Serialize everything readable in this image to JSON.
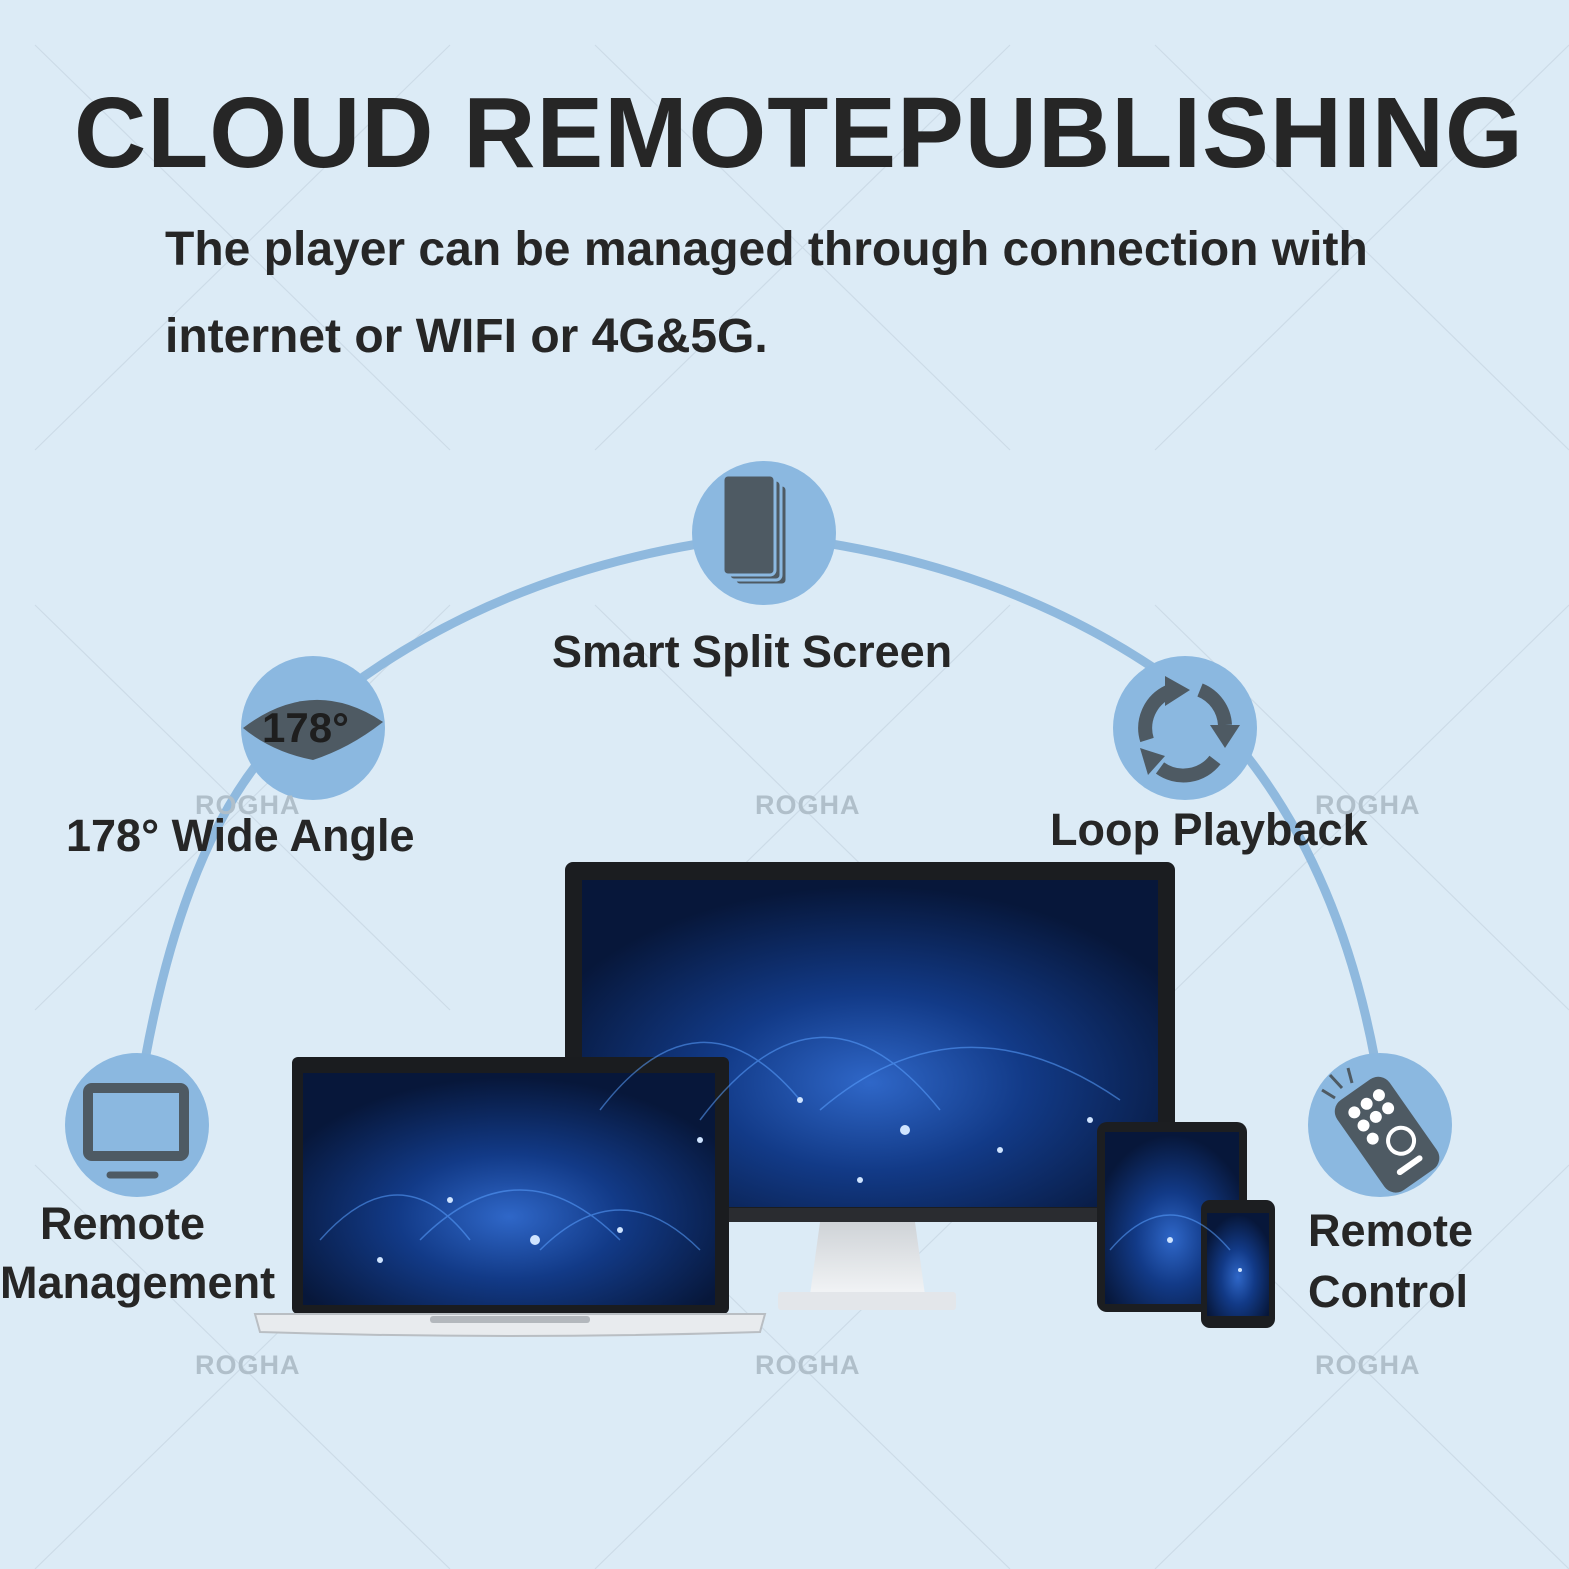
{
  "header": {
    "title": "CLOUD REMOTEPUBLISHING",
    "subtitle_line1": "The player can be managed through connection with",
    "subtitle_line2": "internet or WIFI or 4G&5G."
  },
  "features": {
    "smart_split": "Smart Split Screen",
    "wide_angle": "178° Wide Angle",
    "wide_angle_badge": "178°",
    "loop_playback": "Loop Playback",
    "remote_management_1": "Remote",
    "remote_management_2": "Management",
    "remote_control_1": "Remote",
    "remote_control_2": "Control"
  },
  "watermark": "ROGHA",
  "colors": {
    "background": "#dcebf6",
    "arc": "#8fb9de",
    "icon_circle": "#8bb8e0",
    "icon_fill": "#4e5a63",
    "text": "#262626",
    "screen": "#0c1d45"
  },
  "icons": [
    "split-screen-icon",
    "wide-angle-icon",
    "loop-icon",
    "monitor-icon",
    "remote-control-icon"
  ]
}
